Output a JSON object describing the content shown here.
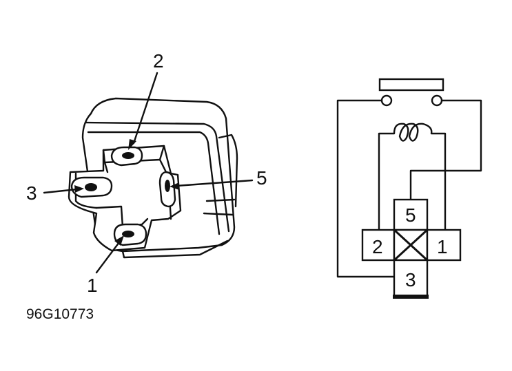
{
  "figure_code": "96G10773",
  "relay_terminal_labels": {
    "t1": "1",
    "t2": "2",
    "t3": "3",
    "t5": "5"
  },
  "schematic_terminal_labels": {
    "t1": "1",
    "t2": "2",
    "t3": "3",
    "t5": "5"
  },
  "colors": {
    "ink": "#111111",
    "background": "#ffffff"
  }
}
